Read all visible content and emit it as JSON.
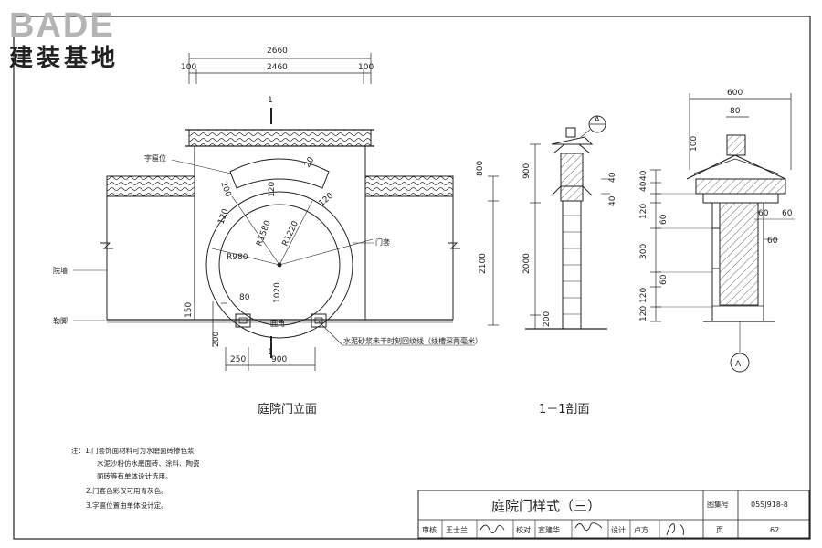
{
  "logo": {
    "brand": "BADE",
    "subtitle": "建装基地"
  },
  "elevation": {
    "title": "庭院门立面",
    "dims": {
      "overall": "2660",
      "inner": "2460",
      "edge_left": "100",
      "edge_right": "100",
      "height_upper": "800",
      "height_lower": "2100",
      "radius_outer": "R1580",
      "radius_mid": "R1220",
      "radius_inner": "R980",
      "arch_120a": "120",
      "arch_120b": "120",
      "arch_120c": "120",
      "arch_20": "20",
      "arch_200": "200",
      "base_1020": "1020",
      "base_80": "80",
      "base_150": "150",
      "base_200": "200",
      "bottom_250": "250",
      "bottom_900": "900"
    },
    "labels": {
      "plaque": "字匾位",
      "door_frame": "门套",
      "yard_wall": "院墙",
      "plinth": "勒脚",
      "round_corner": "圆角",
      "section_mark": "1",
      "groove_note": "水泥砂浆未干时刻回纹线（线槽深两毫米）"
    }
  },
  "section": {
    "title": "1－1剖面",
    "callout_top": "A",
    "dims": {
      "d900": "900",
      "d2000": "2000",
      "d200": "200",
      "d40a": "40",
      "d40b": "40"
    }
  },
  "detail": {
    "marker": "A",
    "dims": {
      "width": "600",
      "top80": "80",
      "top100": "100",
      "d40a": "40",
      "d40b": "40",
      "d120a": "120",
      "d60a": "60",
      "d300": "300",
      "d60b": "60",
      "d120b": "120",
      "d120c": "120",
      "r60a": "60",
      "r60b": "60",
      "r60c": "60"
    }
  },
  "notes": [
    "注：1.门套饰面材料可为水磨面砖掺色浆",
    "水泥沙粉仿水磨面砖、涂料、陶瓷",
    "面砖等有单体设计选用。",
    "2.门套色彩仅可用青灰色。",
    "3.字匾位置由单体设计定。"
  ],
  "title_block": {
    "title": "庭院门样式（三）",
    "atlas_label": "图集号",
    "atlas_no": "05SJ918-8",
    "review_label": "审核",
    "review_name": "王士兰",
    "check_label": "校对",
    "check_name": "宣建华",
    "design_label": "设计",
    "design_name": "卢方",
    "page_label": "页",
    "page_no": "62"
  }
}
